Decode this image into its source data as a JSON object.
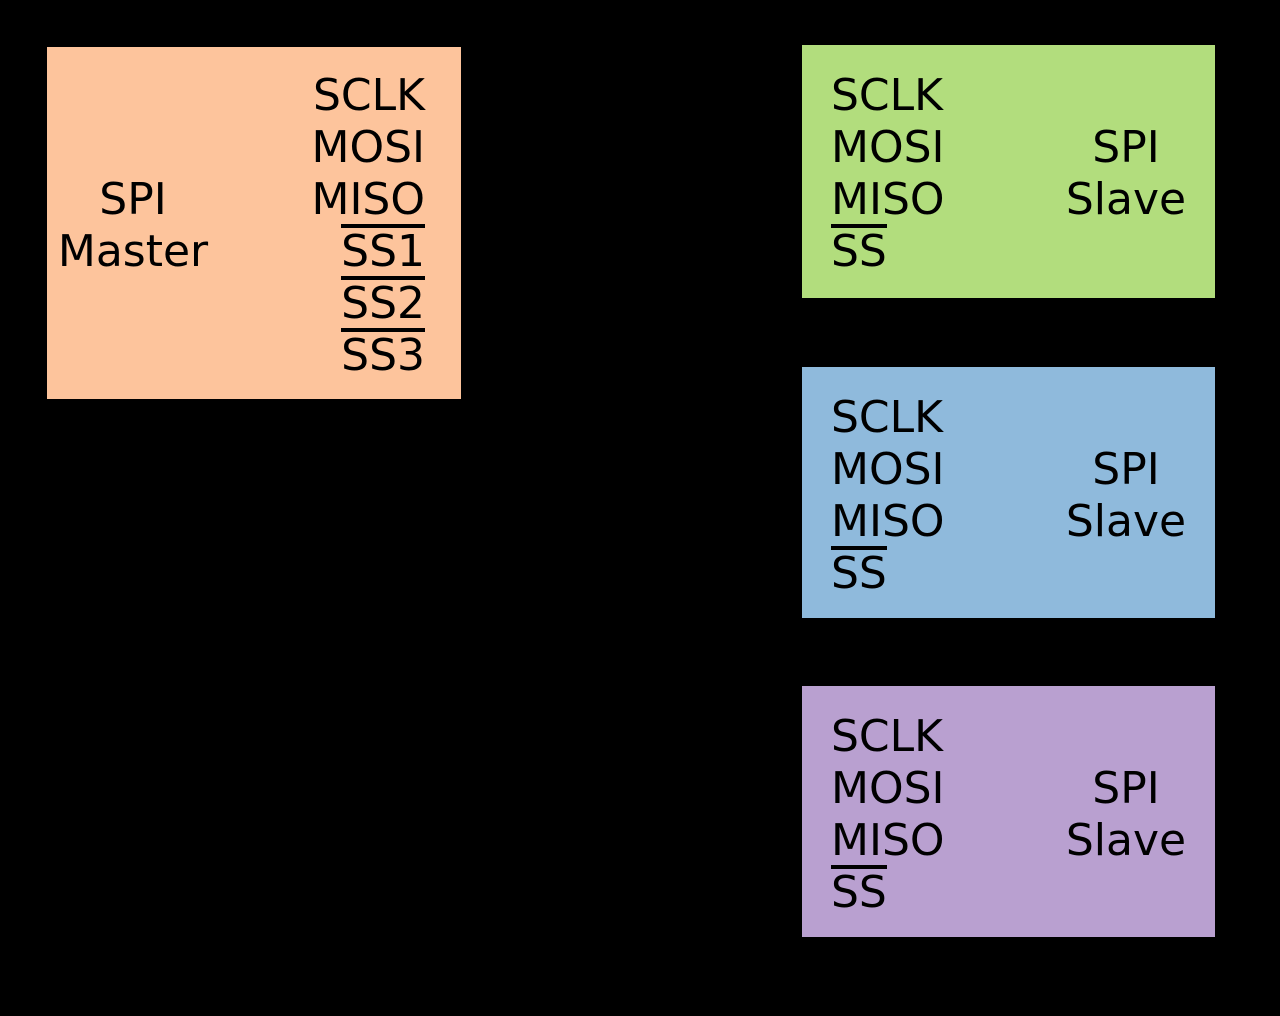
{
  "diagram": {
    "background_color": "#000000",
    "text_color": "#000000",
    "master": {
      "label_line1": "SPI",
      "label_line2": "Master",
      "fill_color": "#FDC49C",
      "pins": [
        "SCLK",
        "MOSI",
        "MISO",
        "SS1",
        "SS2",
        "SS3"
      ],
      "active_low_pins": [
        "SS1",
        "SS2",
        "SS3"
      ]
    },
    "slaves": [
      {
        "label_line1": "SPI",
        "label_line2": "Slave",
        "fill_color": "#B2DD7D",
        "pins": [
          "SCLK",
          "MOSI",
          "MISO",
          "SS"
        ],
        "active_low_pins": [
          "SS"
        ]
      },
      {
        "label_line1": "SPI",
        "label_line2": "Slave",
        "fill_color": "#8FBADC",
        "pins": [
          "SCLK",
          "MOSI",
          "MISO",
          "SS"
        ],
        "active_low_pins": [
          "SS"
        ]
      },
      {
        "label_line1": "SPI",
        "label_line2": "Slave",
        "fill_color": "#B9A0D0",
        "pins": [
          "SCLK",
          "MOSI",
          "MISO",
          "SS"
        ],
        "active_low_pins": [
          "SS"
        ]
      }
    ]
  }
}
